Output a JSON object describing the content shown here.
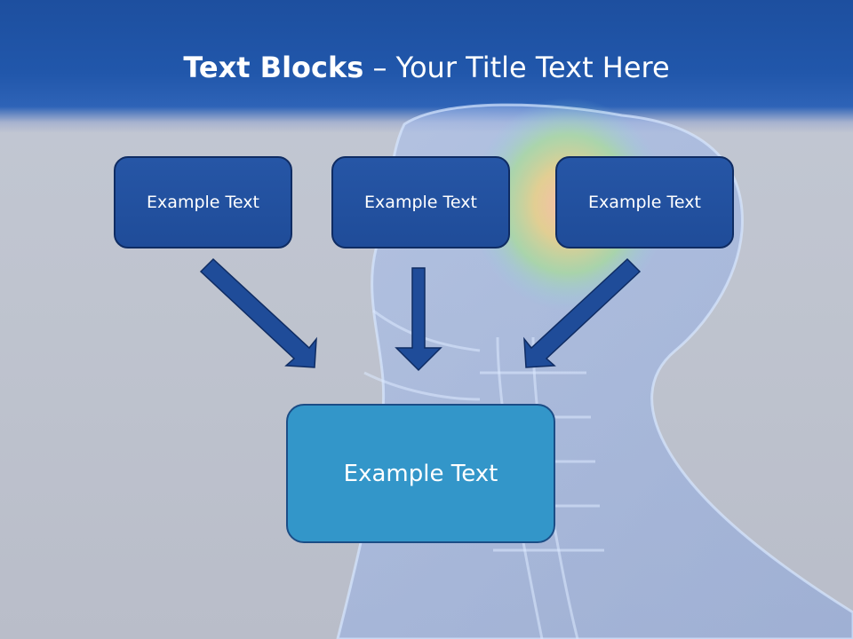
{
  "slide": {
    "title_bold": "Text Blocks",
    "title_rest": " – Your Title Text Here"
  },
  "blocks": [
    {
      "label": "Example Text"
    },
    {
      "label": "Example Text"
    },
    {
      "label": "Example Text"
    }
  ],
  "target_block": {
    "label": "Example Text"
  },
  "colors": {
    "header": "#2157ab",
    "block_fill": "#2252a2",
    "target_fill": "#3396c9",
    "arrow": "#1f4c99"
  }
}
